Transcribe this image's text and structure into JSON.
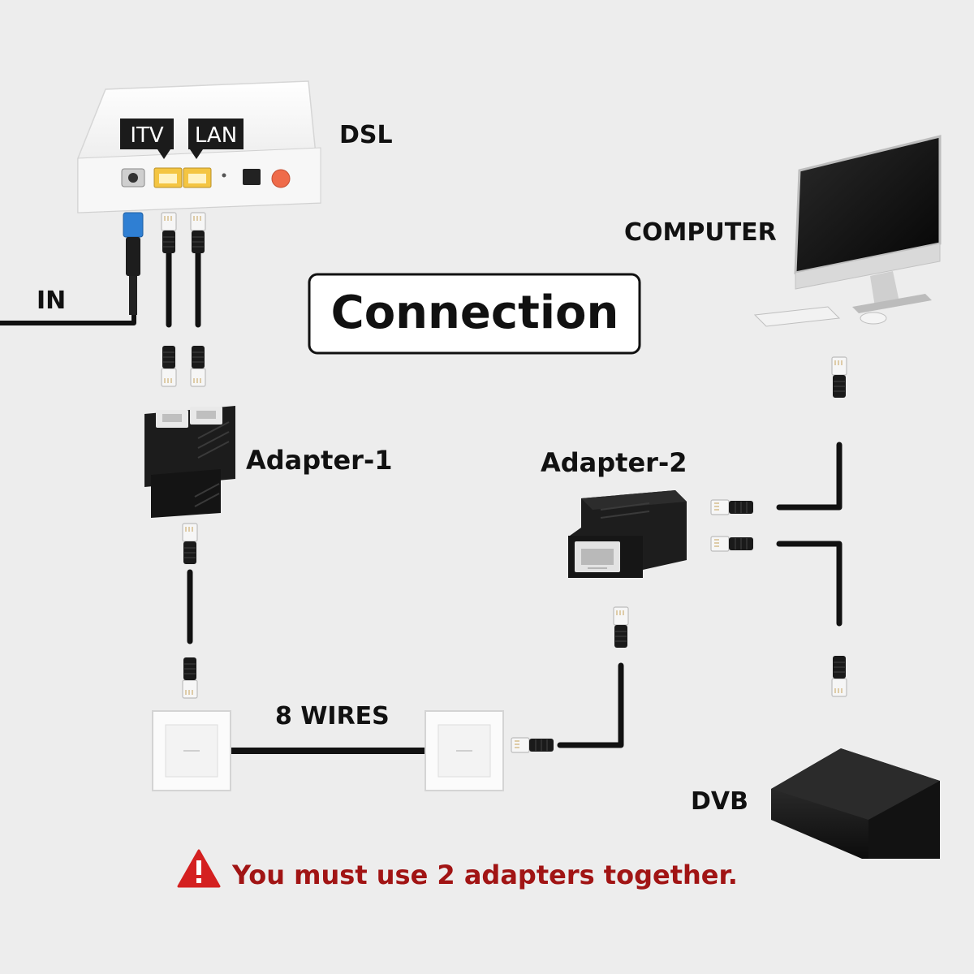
{
  "title": "Connection",
  "labels": {
    "dsl": "DSL",
    "itv": "ITV",
    "lan": "LAN",
    "in": "IN",
    "computer": "COMPUTER",
    "adapter1": "Adapter-1",
    "adapter2": "Adapter-2",
    "wires": "8 WIRES",
    "dvb": "DVB"
  },
  "warning": {
    "icon": "warning-triangle-icon",
    "text": "You must use 2 adapters together."
  },
  "colors": {
    "background": "#ededed",
    "warning": "#a11414",
    "cable": "#111111",
    "port_highlight": "#f4c542",
    "fiber_connector": "#2f7fd3",
    "power_button": "#ef6b4a"
  }
}
